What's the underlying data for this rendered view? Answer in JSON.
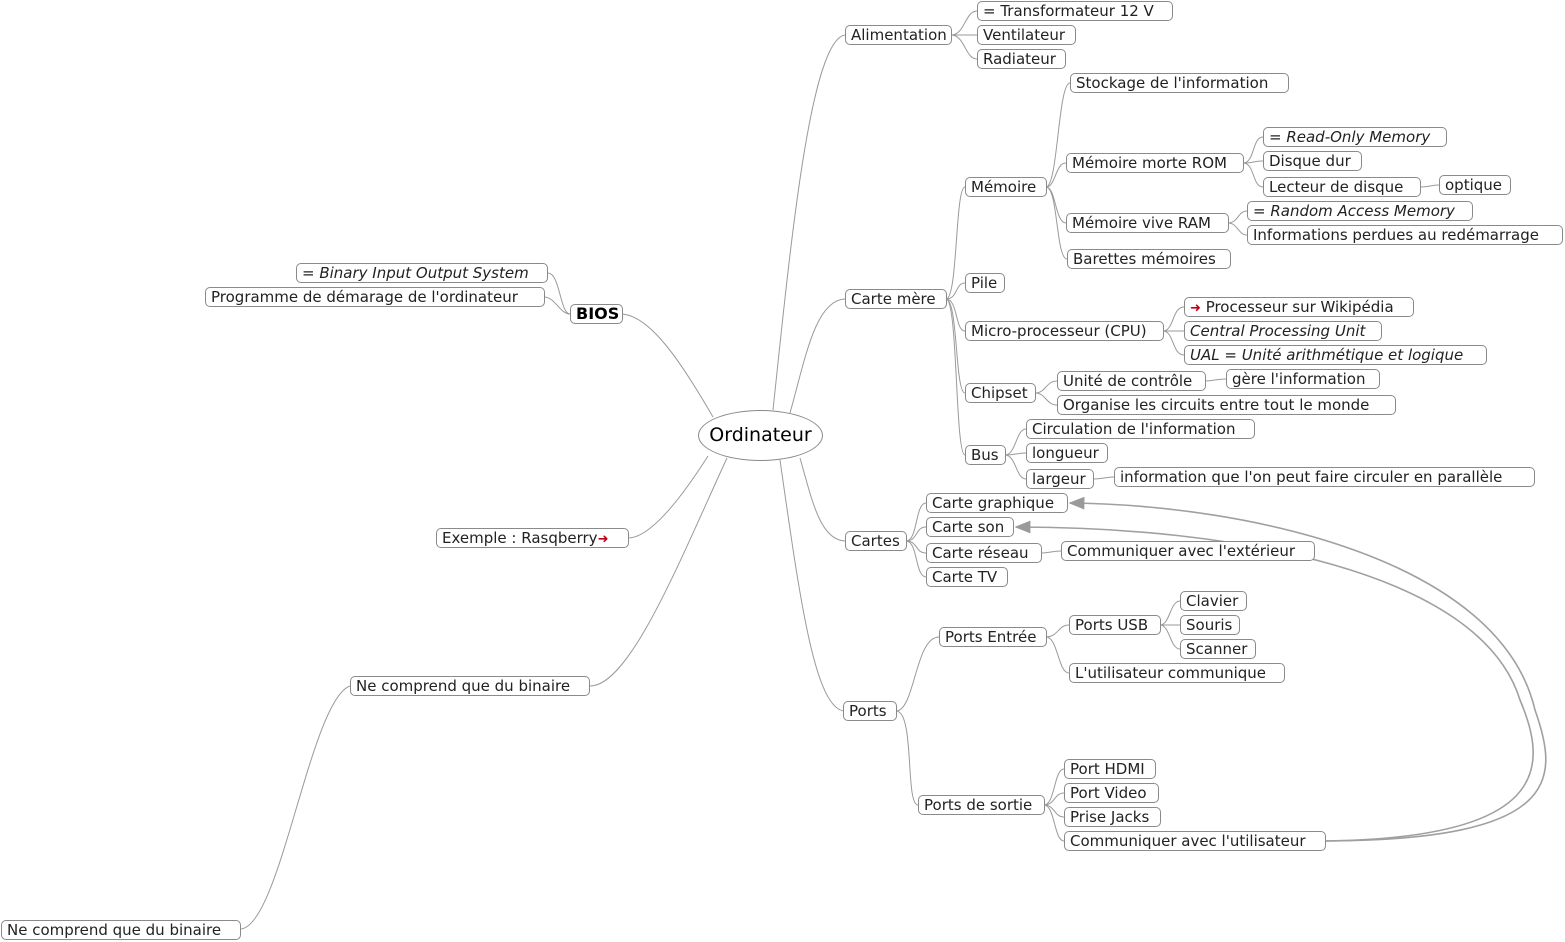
{
  "map": {
    "root": "Ordinateur",
    "bios": {
      "label": "BIOS",
      "def": "= Binary Input Output System",
      "prog": "Programme de démarage de l'ordinateur"
    },
    "raspberry": "Exemple : Rasqberry",
    "binaire": {
      "mid": "Ne comprend que du binaire",
      "far": "Ne comprend que du binaire"
    },
    "alimentation": {
      "label": "Alimentation",
      "transfo": "= Transformateur 12 V",
      "ventilateur": "Ventilateur",
      "radiateur": "Radiateur"
    },
    "carte_mere": {
      "label": "Carte mère",
      "memoire": {
        "label": "Mémoire",
        "stockage": "Stockage de l'information",
        "rom": {
          "label": "Mémoire morte ROM",
          "def": "= Read-Only Memory",
          "disque": "Disque dur",
          "lecteur": "Lecteur de disque",
          "optique": "optique"
        },
        "ram": {
          "label": "Mémoire vive RAM",
          "def": "= Random Access Memory",
          "perdues": "Informations perdues au redémarrage"
        },
        "barettes": "Barettes mémoires"
      },
      "pile": "Pile",
      "cpu": {
        "label": "Micro-processeur (CPU)",
        "wiki": "Processeur sur Wikipédia",
        "central": "Central Processing Unit",
        "ual": "UAL = Unité arithmétique et logique"
      },
      "chipset": {
        "label": "Chipset",
        "controle": "Unité de contrôle",
        "gere": "gère l'information",
        "organise": "Organise les circuits entre tout le monde"
      },
      "bus": {
        "label": "Bus",
        "circulation": "Circulation de l'information",
        "longueur": "longueur",
        "largeur": "largeur",
        "info": "information que l'on peut faire circuler en parallèle"
      }
    },
    "cartes": {
      "label": "Cartes",
      "graphique": "Carte graphique",
      "son": "Carte son",
      "reseau": "Carte réseau",
      "communiquer_ext": "Communiquer avec l'extérieur",
      "tv": "Carte TV"
    },
    "ports": {
      "label": "Ports",
      "entree": {
        "label": "Ports Entrée",
        "usb": "Ports USB",
        "clavier": "Clavier",
        "souris": "Souris",
        "scanner": "Scanner",
        "utilisateur": "L'utilisateur communique"
      },
      "sortie": {
        "label": "Ports de sortie",
        "hdmi": "Port HDMI",
        "video": "Port Video",
        "jacks": "Prise Jacks",
        "communiquer": "Communiquer avec l'utilisateur"
      }
    }
  },
  "icons": {
    "link": "arrow-right-icon"
  },
  "colors": {
    "edge": "#9a9a9a",
    "border": "#8a8a8a",
    "link_icon": "#c0001a"
  }
}
